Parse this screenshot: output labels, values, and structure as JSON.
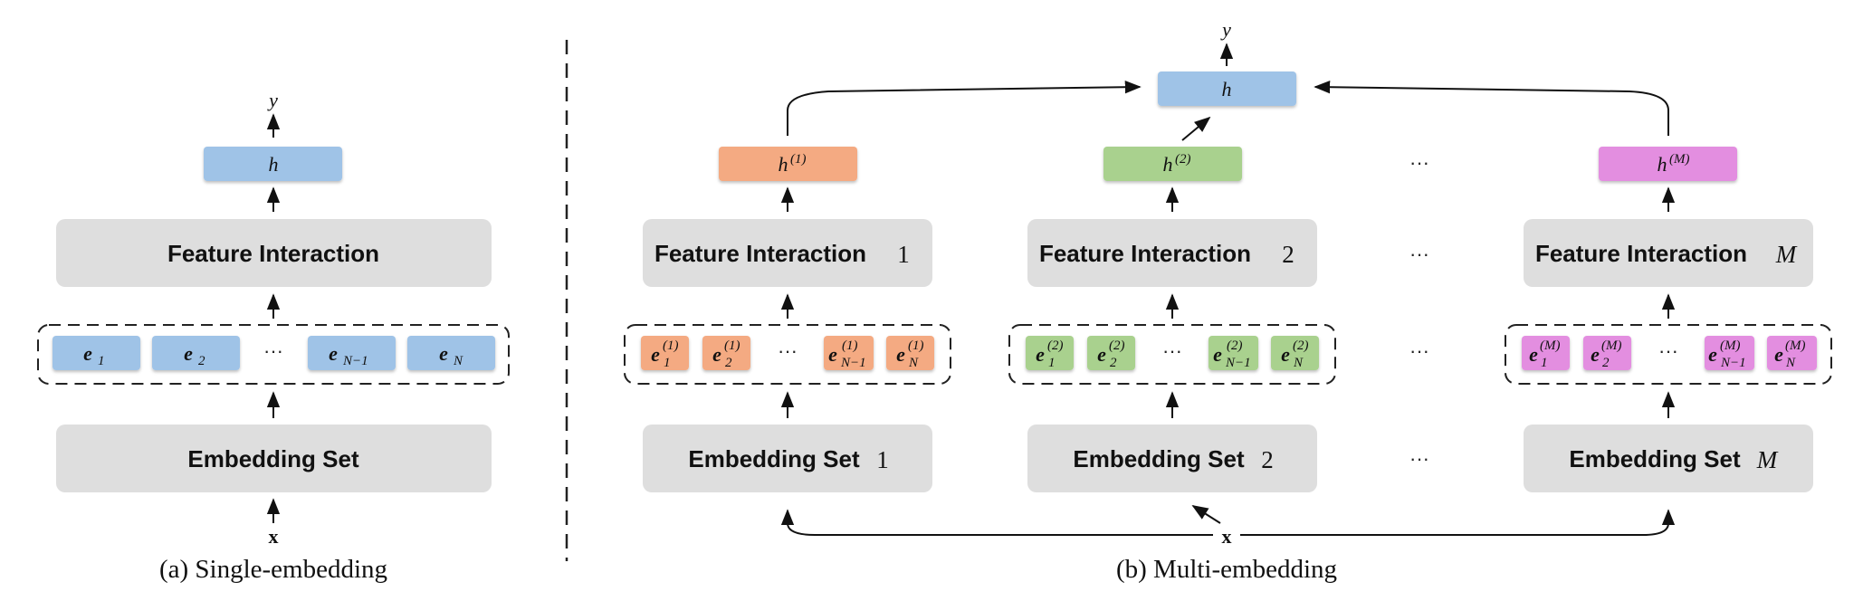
{
  "single": {
    "caption": "(a) Single-embedding",
    "output": "y",
    "hidden": "h",
    "interaction": "Feature Interaction",
    "embedding_set": "Embedding Set",
    "input": "x",
    "embeddings": [
      {
        "base": "e",
        "sub": "1"
      },
      {
        "base": "e",
        "sub": "2"
      },
      {
        "base": "e",
        "sub": "N−1"
      },
      {
        "base": "e",
        "sub": "N"
      }
    ],
    "ellipsis": "···"
  },
  "multi": {
    "caption": "(b) Multi-embedding",
    "output": "y",
    "hidden": "h",
    "input": "x",
    "ellipsis": "···",
    "branches": [
      {
        "hidden_base": "h",
        "hidden_sup": "(1)",
        "interaction": "Feature Interaction",
        "index": "1",
        "embedding_set": "Embedding Set",
        "color": "#f4aa82",
        "embeddings": [
          {
            "base": "e",
            "sup": "(1)",
            "sub": "1"
          },
          {
            "base": "e",
            "sup": "(1)",
            "sub": "2"
          },
          {
            "base": "e",
            "sup": "(1)",
            "sub": "N−1"
          },
          {
            "base": "e",
            "sup": "(1)",
            "sub": "N"
          }
        ]
      },
      {
        "hidden_base": "h",
        "hidden_sup": "(2)",
        "interaction": "Feature Interaction",
        "index": "2",
        "embedding_set": "Embedding Set",
        "color": "#a9d18e",
        "embeddings": [
          {
            "base": "e",
            "sup": "(2)",
            "sub": "1"
          },
          {
            "base": "e",
            "sup": "(2)",
            "sub": "2"
          },
          {
            "base": "e",
            "sup": "(2)",
            "sub": "N−1"
          },
          {
            "base": "e",
            "sup": "(2)",
            "sub": "N"
          }
        ]
      },
      {
        "hidden_base": "h",
        "hidden_sup": "(M)",
        "interaction": "Feature Interaction",
        "index": "M",
        "embedding_set": "Embedding Set",
        "color": "#e38ee0",
        "embeddings": [
          {
            "base": "e",
            "sup": "(M)",
            "sub": "1"
          },
          {
            "base": "e",
            "sup": "(M)",
            "sub": "2"
          },
          {
            "base": "e",
            "sup": "(M)",
            "sub": "N−1"
          },
          {
            "base": "e",
            "sup": "(M)",
            "sub": "N"
          }
        ]
      }
    ]
  },
  "colors": {
    "hidden_blue": "#9fc3e7",
    "box_gray": "#dedede",
    "line": "#111111"
  }
}
